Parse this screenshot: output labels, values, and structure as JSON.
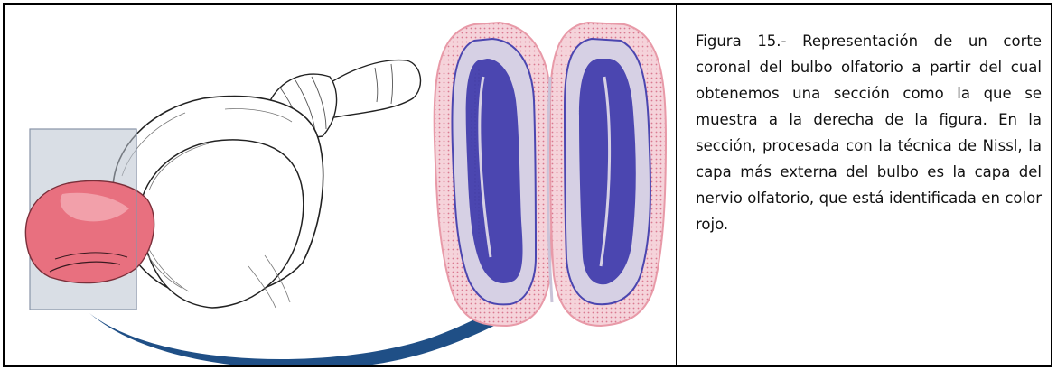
{
  "caption": {
    "text": "Figura 15.- Representación de un corte coronal del bulbo olfatorio a partir del cual obtenemos una sección como la que se muestra a la derecha de la figura. En la sección, procesada con la técnica de Nissl, la capa más externa del bulbo es la capa del nervio olfatorio, que está identificada en color rojo."
  },
  "colors": {
    "olfactory_bulb": "#e8707f",
    "coronal_plane": "#b9c2d0",
    "arrow": "#1f4f86",
    "nerve_layer": "#f0b6c2",
    "granule_layer": "#4b46b0",
    "plexiform_layer": "#d6d0e4"
  },
  "icons": {
    "arrow": "curved-arrow-icon",
    "brain": "rat-brain-illustration",
    "section": "nissl-section-illustration"
  }
}
